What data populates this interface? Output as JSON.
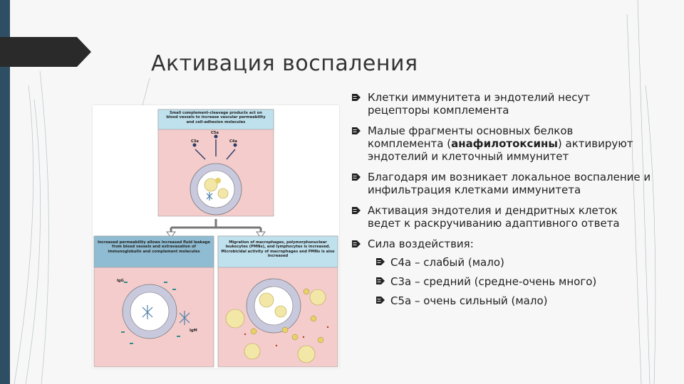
{
  "slide": {
    "title": "Активация воспаления",
    "colors": {
      "sidebar": "#2e4f63",
      "blue_box": "#bfe1ee",
      "pink_box": "#f4cccc",
      "header_box": "#8fbcd2"
    }
  },
  "figure": {
    "top_box_text": "Small complement-cleavage products act on blood vessels to increase vascular permeability and cell-adhesion molecules",
    "top_labels": {
      "c3a": "C3a",
      "c5a": "C5a",
      "c4a": "C4a"
    },
    "left_box_text": "Increased permeability allows increased fluid leakage from blood vessels and extravasation of immunoglobulin and complement molecules",
    "right_box_text": "Migration of macrophages, polymorphonuclear leukocytes (PMNs), and lymphocytes is increased. Microbicidal activity of macrophages and PMNs is also increased",
    "left_labels": {
      "igg": "IgG",
      "igm": "IgM"
    }
  },
  "bullets": [
    {
      "text": "Клетки иммунитета и эндотелий несут рецепторы комплемента"
    },
    {
      "text_before": "Малые фрагменты основных белков комплемента (",
      "text_bold": "анафилотоксины",
      "text_after": ") активируют эндотелий и клеточный иммунитет"
    },
    {
      "text": "Благодаря им возникает локальное воспаление и инфильтрация клетками иммунитета"
    },
    {
      "text": "Активация эндотелия и дендритных клеток ведет к раскручиванию адаптивного ответа"
    },
    {
      "text": "Сила воздействия:"
    }
  ],
  "sub_bullets": [
    {
      "text": "С4а – слабый (мало)"
    },
    {
      "text": "С3а – средний (средне-очень много)"
    },
    {
      "text": "С5а – очень сильный (мало)"
    }
  ]
}
